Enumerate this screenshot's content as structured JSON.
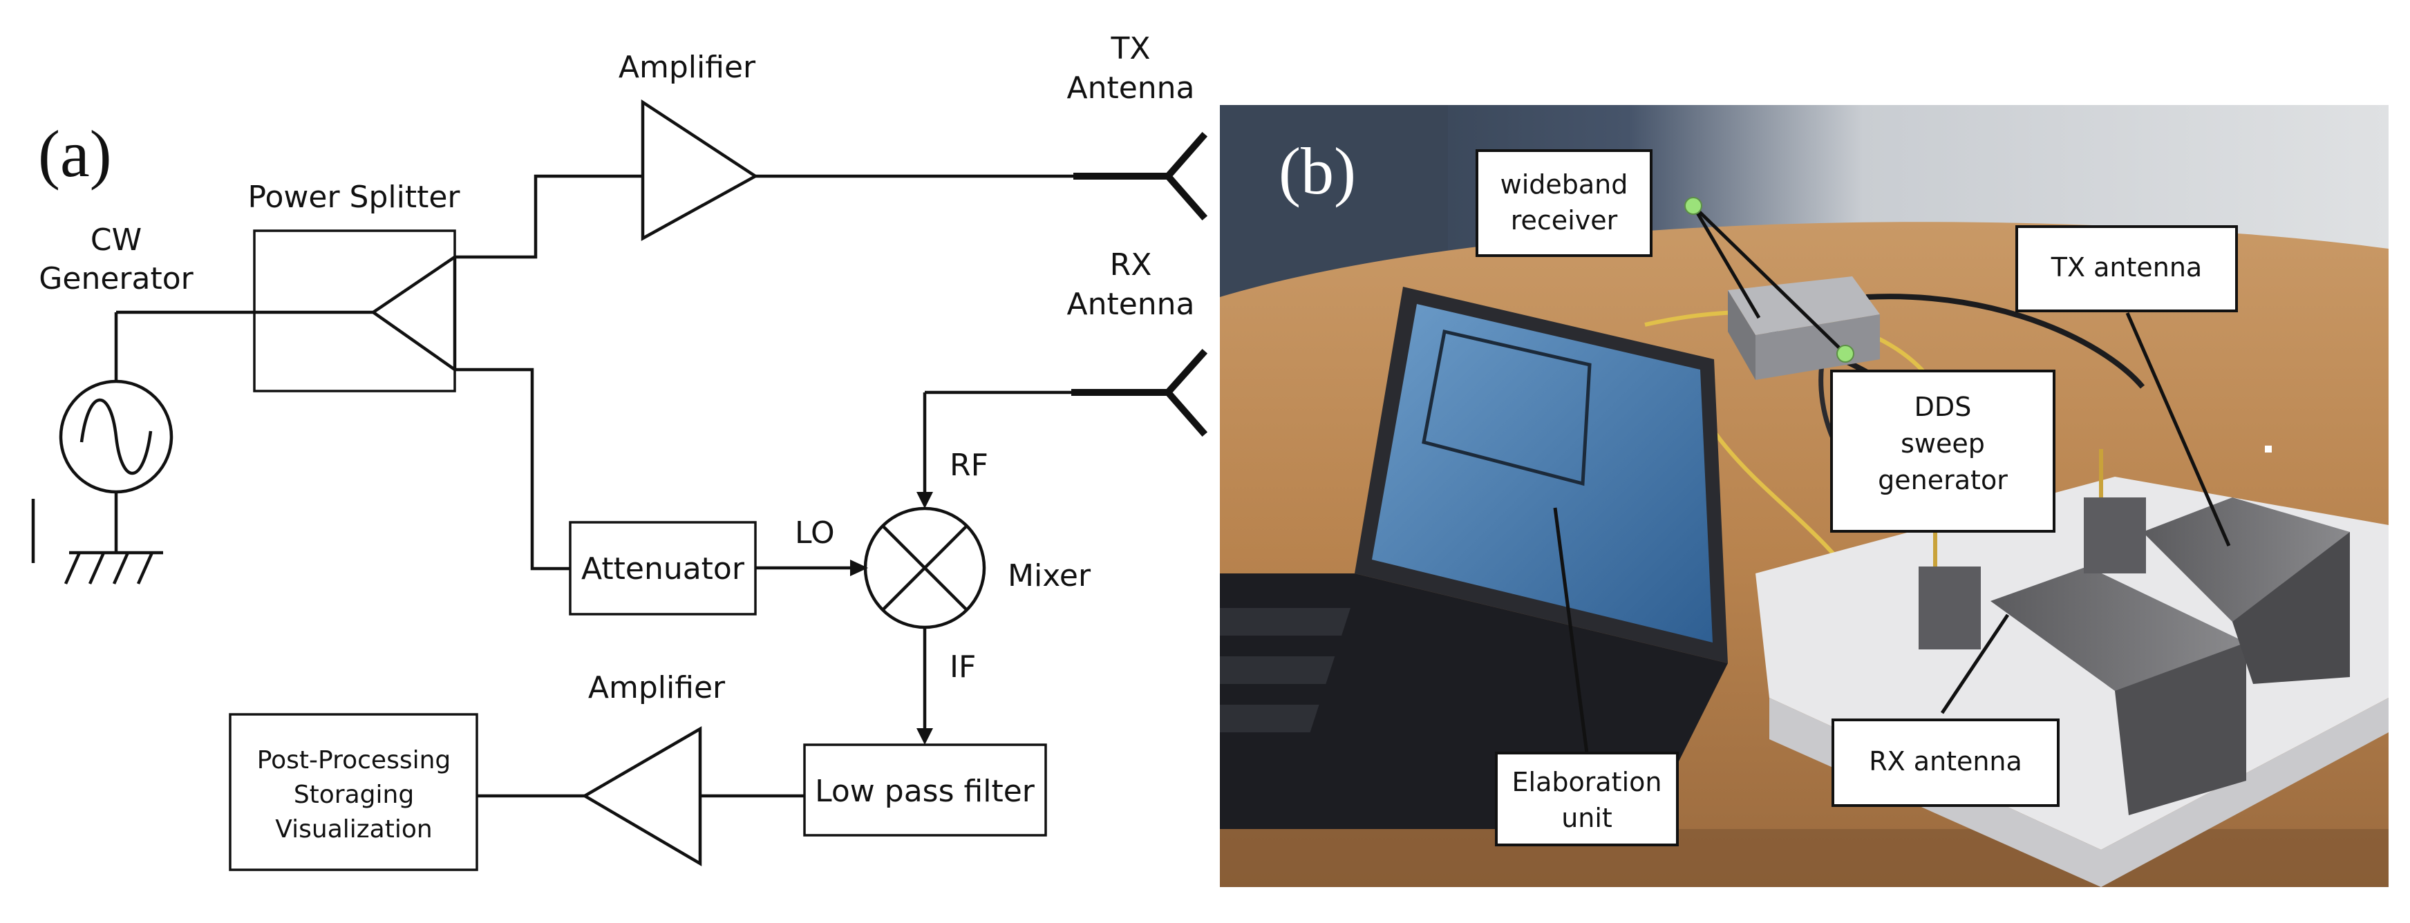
{
  "panel_a": {
    "letter": "(a)",
    "cw_generator": [
      "CW",
      "Generator"
    ],
    "power_splitter": "Power Splitter",
    "amplifier_top": "Amplifier",
    "tx_antenna": [
      "TX",
      "Antenna"
    ],
    "rx_antenna": [
      "RX",
      "Antenna"
    ],
    "attenuator": "Attenuator",
    "lo": "LO",
    "rf": "RF",
    "if": "IF",
    "mixer": "Mixer",
    "amplifier_bottom": "Amplifier",
    "low_pass_filter": "Low pass filter",
    "post_processing": [
      "Post-Processing",
      "Storaging",
      "Visualization"
    ]
  },
  "panel_b": {
    "letter": "(b)",
    "callouts": {
      "wideband_receiver": [
        "wideband",
        "receiver"
      ],
      "tx_antenna": "TX antenna",
      "dds_sweep_generator": [
        "DDS",
        "sweep",
        "generator"
      ],
      "elaboration_unit": [
        "Elaboration",
        "unit"
      ],
      "rx_antenna": "RX antenna"
    },
    "colors": {
      "wall": "#3d4a5a",
      "table": "#b8834e",
      "table_dark": "#8a5c34",
      "base_board": "#e8e8ea",
      "horn": "#6f6f72",
      "laptop_body": "#2a2b30",
      "screen": "#3a6fa5",
      "keyboard": "#1c1d22",
      "marker": "#9be27a"
    }
  }
}
